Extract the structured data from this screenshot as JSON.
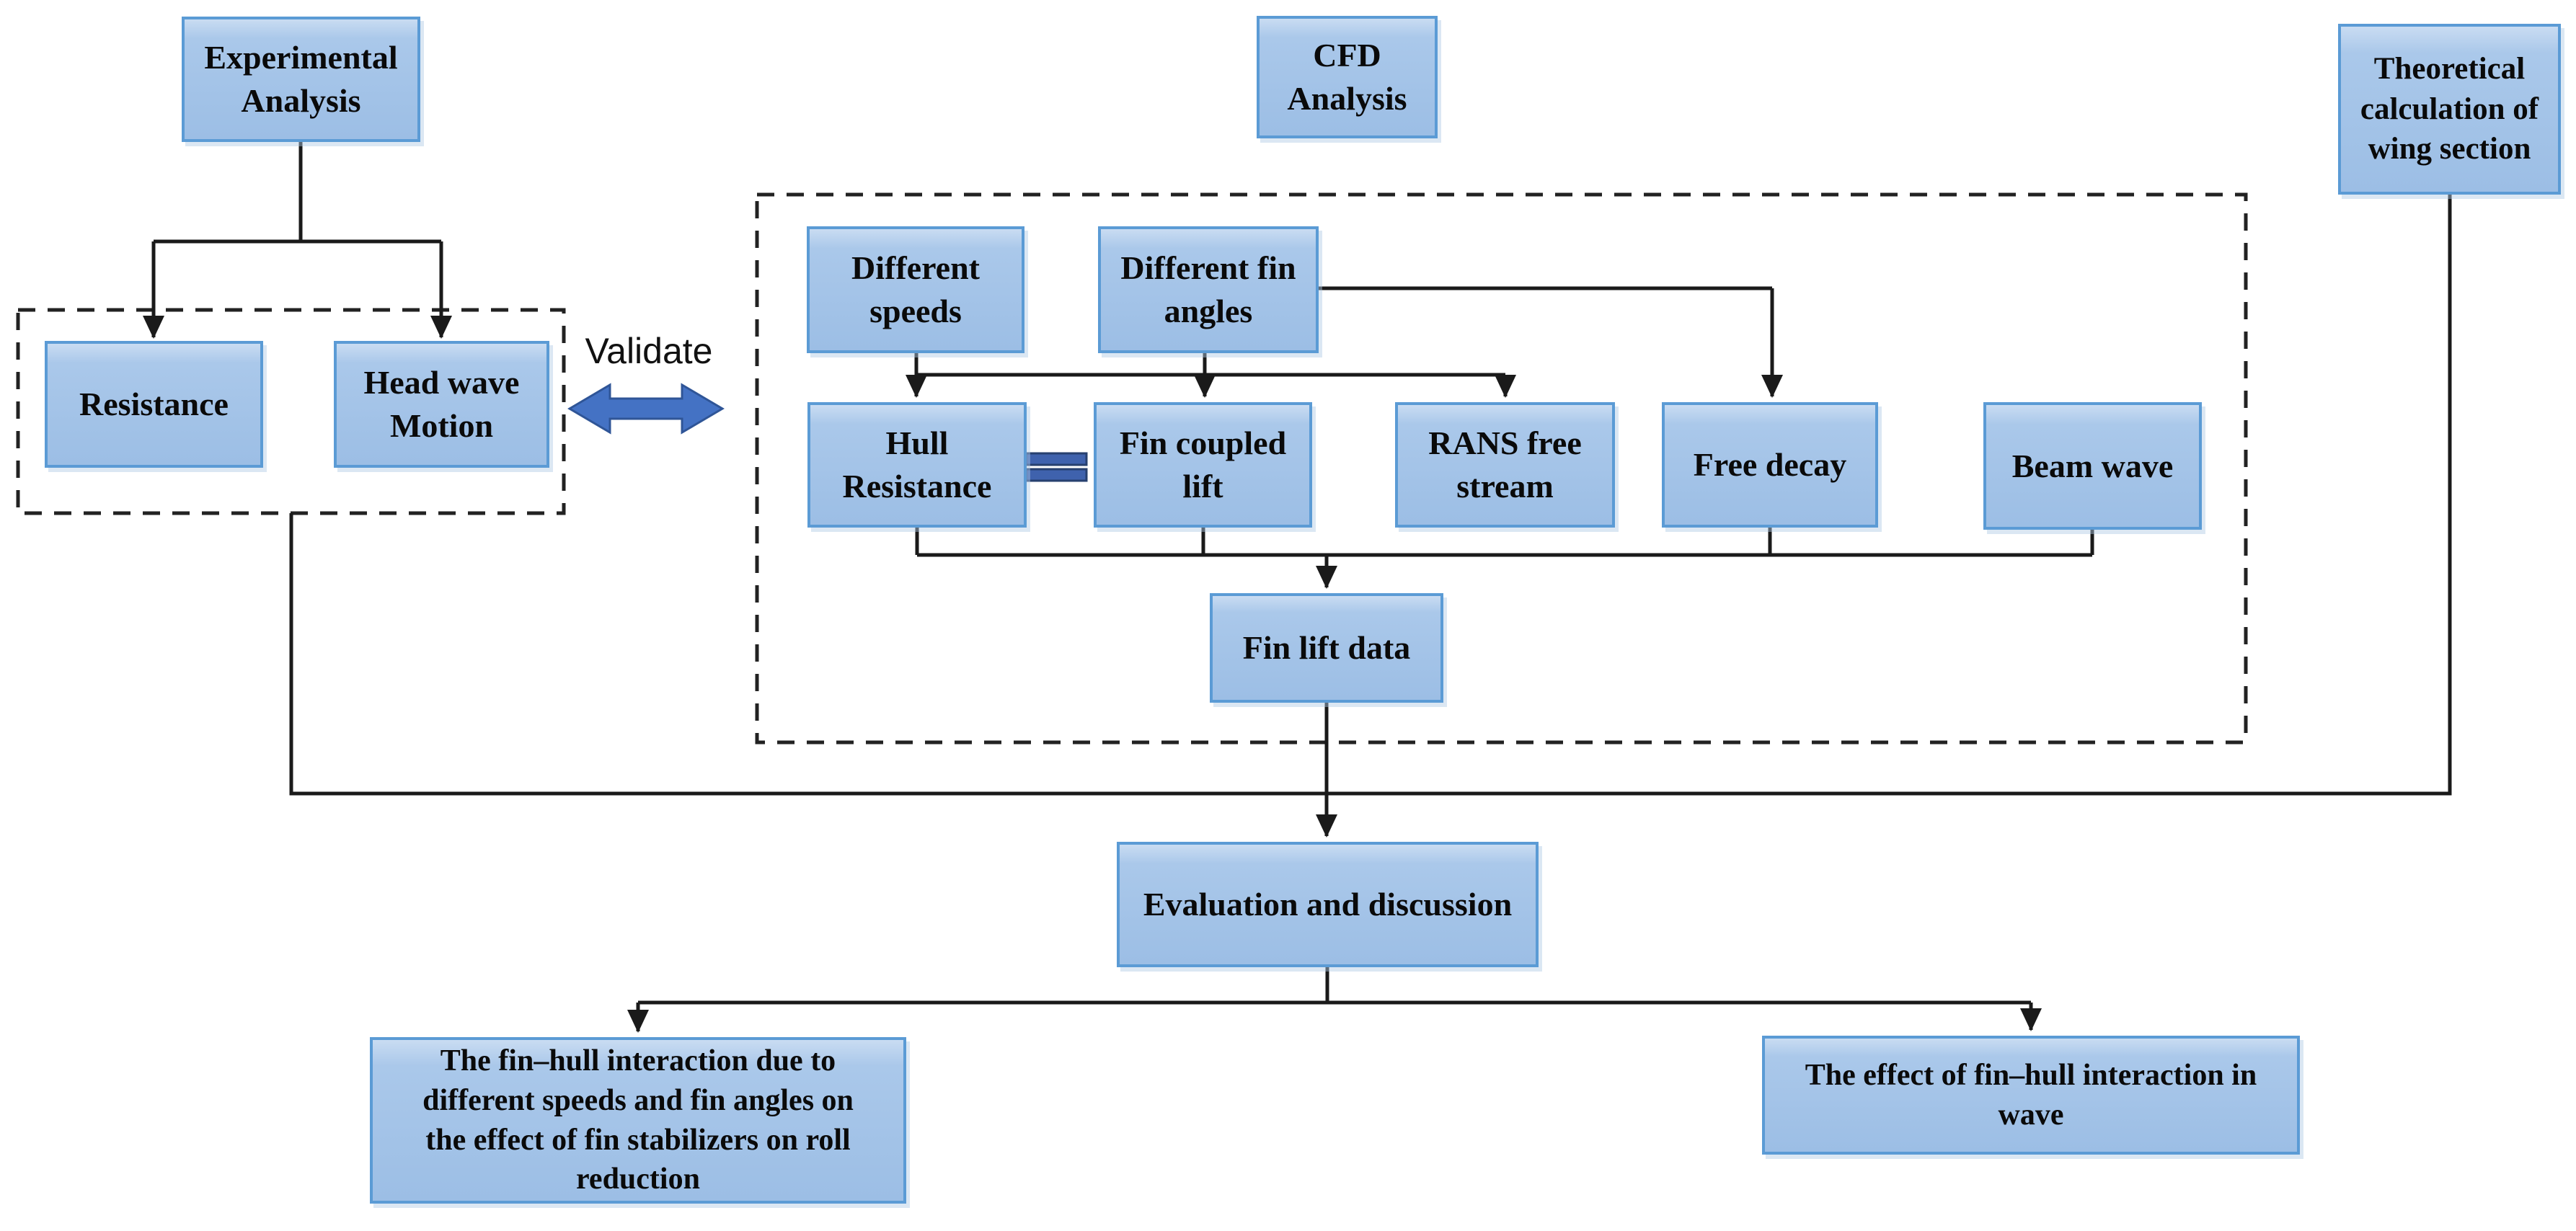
{
  "figure": {
    "type": "flowchart",
    "validate_label": "Validate",
    "nodes": {
      "experimental_analysis": "Experimental\nAnalysis",
      "cfd_analysis": "CFD\nAnalysis",
      "theoretical_wing": "Theoretical\ncalculation of\nwing section",
      "resistance": "Resistance",
      "head_wave_motion": "Head wave\nMotion",
      "different_speeds": "Different\nspeeds",
      "different_fin_angles": "Different fin\nangles",
      "hull_resistance": "Hull\nResistance",
      "fin_coupled_lift": "Fin coupled\nlift",
      "rans_free_stream": "RANS free\nstream",
      "free_decay": "Free decay",
      "beam_wave": "Beam wave",
      "fin_lift_data": "Fin lift data",
      "evaluation": "Evaluation and discussion",
      "outcome_roll_reduction": "The fin–hull interaction due to\ndifferent speeds and fin angles on\nthe effect of fin stabilizers on roll\nreduction",
      "outcome_wave": "The effect of fin–hull interaction in\nwave"
    },
    "icons": {
      "validate_arrow": "left-right-double-arrow",
      "equivalence": "equals-sign"
    },
    "colors": {
      "box_fill_top": "#c9dcf2",
      "box_fill": "#aac8ea",
      "box_fill_bottom": "#9cbee5",
      "box_border": "#5b9bd5",
      "accent_blue": "#3f62ad",
      "accent_blue_dark": "#27406f",
      "connector": "#1a1a1a",
      "text": "#0a0a0a"
    }
  }
}
